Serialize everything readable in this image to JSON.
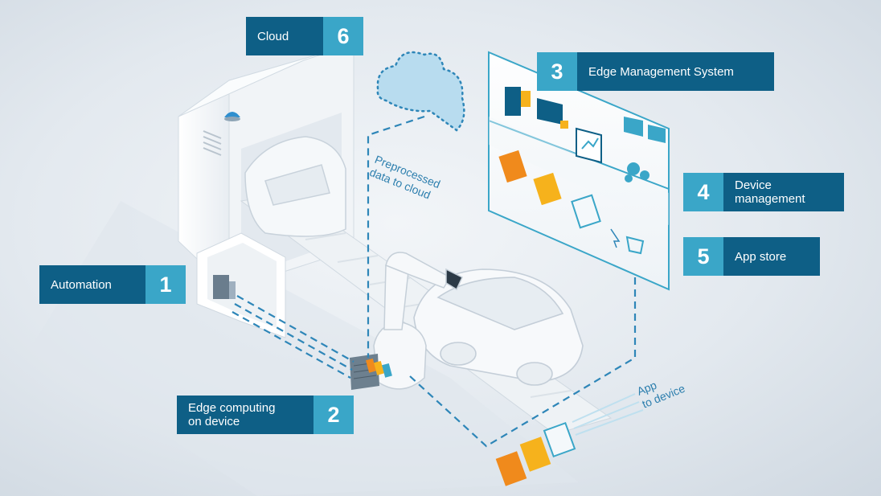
{
  "tags": {
    "cloud": {
      "label": "Cloud",
      "number": "6"
    },
    "ems": {
      "label": "Edge Management System",
      "number": "3"
    },
    "device_mgmt": {
      "label": "Device\nmanagement",
      "number": "4"
    },
    "app_store": {
      "label": "App store",
      "number": "5"
    },
    "automation": {
      "label": "Automation",
      "number": "1"
    },
    "edge": {
      "label": "Edge computing\non device",
      "number": "2"
    }
  },
  "flow_labels": {
    "preprocessed": "Preprocessed\ndata to cloud",
    "app_to_device": "App\nto device"
  },
  "colors": {
    "dark_blue": "#0e5f86",
    "light_blue": "#3aa6c8",
    "dash": "#2e86b8",
    "cloud": "#b8dcef",
    "orange": "#f08a1c",
    "yellow": "#f6b21c"
  }
}
